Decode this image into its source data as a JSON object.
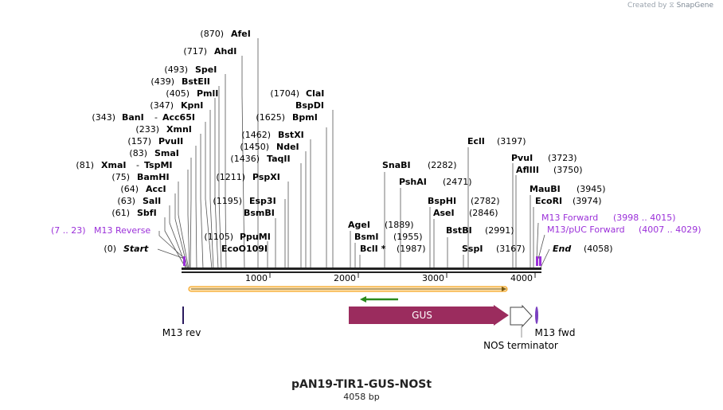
{
  "credit": {
    "text": "Created by",
    "brand": "SnapGene"
  },
  "title": "pAN19-TIR1-GUS-NOSt",
  "subtitle": "4058 bp",
  "ruler": {
    "length": 4058,
    "ticks": [
      "1000",
      "2000",
      "3000",
      "4000"
    ]
  },
  "sites": [
    {
      "pos": "(870)",
      "name": "AfeI"
    },
    {
      "pos": "(717)",
      "name": "AhdI"
    },
    {
      "pos": "(493)",
      "name": "SpeI"
    },
    {
      "pos": "(439)",
      "name": "BstEII"
    },
    {
      "pos": "(405)",
      "name": "PmlI"
    },
    {
      "pos": "(347)",
      "name": "KpnI"
    },
    {
      "pos": "(343)",
      "name": "BanI",
      "name2": "Acc65I"
    },
    {
      "pos": "(233)",
      "name": "XmnI"
    },
    {
      "pos": "(157)",
      "name": "PvuII"
    },
    {
      "pos": "(83)",
      "name": "SmaI"
    },
    {
      "pos": "(81)",
      "name": "XmaI",
      "name2": "TspMI"
    },
    {
      "pos": "(75)",
      "name": "BamHI"
    },
    {
      "pos": "(64)",
      "name": "AccI"
    },
    {
      "pos": "(63)",
      "name": "SalI"
    },
    {
      "pos": "(61)",
      "name": "SbfI"
    },
    {
      "pos": "(1704)",
      "name": "ClaI"
    },
    {
      "name": "BspDI"
    },
    {
      "pos": "(1625)",
      "name": "BpmI"
    },
    {
      "pos": "(1462)",
      "name": "BstXI"
    },
    {
      "pos": "(1450)",
      "name": "NdeI"
    },
    {
      "pos": "(1436)",
      "name": "TaqII"
    },
    {
      "pos": "(1211)",
      "name": "PspXI"
    },
    {
      "pos": "(1195)",
      "name": "Esp3I"
    },
    {
      "name": "BsmBI"
    },
    {
      "pos": "(1105)",
      "name": "PpuMI"
    },
    {
      "name": "EcoO109I"
    },
    {
      "name": "SnaBI",
      "pos": "(2282)"
    },
    {
      "name": "PshAI",
      "pos": "(2471)"
    },
    {
      "name": "AgeI",
      "pos": "(1889)"
    },
    {
      "name": "BsmI",
      "pos": "(1955)"
    },
    {
      "name": "BclI *",
      "pos": "(1987)"
    },
    {
      "name": "BspHI",
      "pos": "(2782)"
    },
    {
      "name": "AseI",
      "pos": "(2846)"
    },
    {
      "name": "BstBI",
      "pos": "(2991)"
    },
    {
      "name": "SspI",
      "pos": "(3167)"
    },
    {
      "name": "EclI",
      "pos": "(3197)"
    },
    {
      "name": "PvuI",
      "pos": "(3723)"
    },
    {
      "name": "AflIII",
      "pos": "(3750)"
    },
    {
      "name": "MauBI",
      "pos": "(3945)"
    },
    {
      "name": "EcoRI",
      "pos": "(3974)"
    },
    {
      "name": "End",
      "pos": "(4058)"
    }
  ],
  "start": {
    "pos": "(0)",
    "name": "Start"
  },
  "primers": [
    {
      "name": "M13 Reverse",
      "pos": "(7 .. 23)"
    },
    {
      "name": "M13 Forward",
      "pos": "(3998 .. 4015)"
    },
    {
      "name": "M13/pUC Forward",
      "pos": "(4007 .. 4029)"
    }
  ],
  "features": [
    {
      "name": "GUS",
      "start": 1889,
      "end": 3700,
      "color": "#9b2c5e"
    },
    {
      "name": "NOS terminator",
      "start": 3700,
      "end": 3965,
      "color": "#ffffff"
    },
    {
      "name": "M13 rev",
      "start": 7,
      "end": 23,
      "color": "#2a1a5e"
    },
    {
      "name": "M13 fwd",
      "start": 3998,
      "end": 4015,
      "color": "#7a40c0"
    }
  ],
  "colors": {
    "primer": "#9b30d9",
    "orf_line": "#f6a623",
    "orf_arrow": "#2a8a1c"
  }
}
